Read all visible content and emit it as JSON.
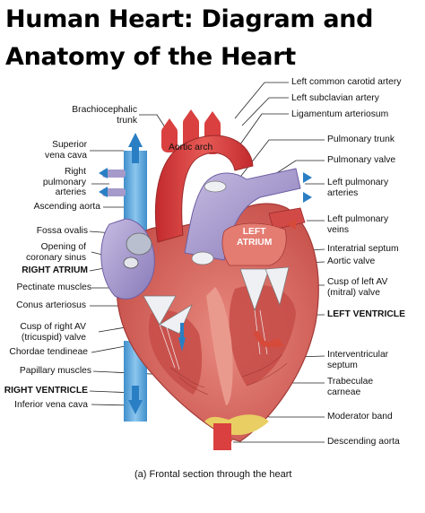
{
  "title": {
    "line1": "Human Heart: Diagram and",
    "line2": "Anatomy of the Heart"
  },
  "labels_left": {
    "brachiocephalic": [
      "Brachiocephalic",
      "trunk"
    ],
    "superior_vena_cava": [
      "Superior",
      "vena cava"
    ],
    "right_pulmonary_arteries": [
      "Right",
      "pulmonary",
      "arteries"
    ],
    "ascending_aorta": "Ascending aorta",
    "fossa_ovalis": "Fossa ovalis",
    "opening_coronary_sinus": [
      "Opening of",
      "coronary sinus"
    ],
    "right_atrium": "RIGHT ATRIUM",
    "pectinate_muscles": "Pectinate muscles",
    "conus_arteriosus": "Conus arteriosus",
    "cusp_right_av": [
      "Cusp of right AV",
      "(tricuspid) valve"
    ],
    "chordae_tendineae": "Chordae tendineae",
    "papillary_muscles": "Papillary muscles",
    "right_ventricle": "RIGHT VENTRICLE",
    "inferior_vena_cava": "Inferior vena cava"
  },
  "labels_right": {
    "left_common_carotid": "Left common carotid artery",
    "left_subclavian": "Left subclavian artery",
    "ligamentum_arteriosum": "Ligamentum arteriosum",
    "pulmonary_trunk": "Pulmonary trunk",
    "pulmonary_valve": "Pulmonary valve",
    "left_pulmonary_arteries": [
      "Left pulmonary",
      "arteries"
    ],
    "left_pulmonary_veins": [
      "Left pulmonary",
      "veins"
    ],
    "interatrial_septum": "Interatrial septum",
    "aortic_valve": "Aortic valve",
    "cusp_left_av": [
      "Cusp of left AV",
      "(mitral) valve"
    ],
    "left_ventricle": "LEFT VENTRICLE",
    "interventricular_septum": [
      "Interventricular",
      "septum"
    ],
    "trabeculae_carneae": [
      "Trabeculae",
      "carneae"
    ],
    "moderator_band": "Moderator band",
    "descending_aorta": "Descending aorta"
  },
  "labels_inner": {
    "aortic_arch": "Aortic arch",
    "left_atrium": [
      "LEFT",
      "ATRIUM"
    ]
  },
  "caption": "(a) Frontal section through the heart",
  "colors": {
    "heart_muscle": "#d9706a",
    "artery_red": "#d6383a",
    "vein_blue": "#58a7dd",
    "pulmonary_purple": "#a59ac9",
    "fat_yellow": "#e9cf63",
    "valve_white": "#eef0f4",
    "arrow_blue": "#2a7fc4",
    "arrow_red": "#d64a3a"
  }
}
